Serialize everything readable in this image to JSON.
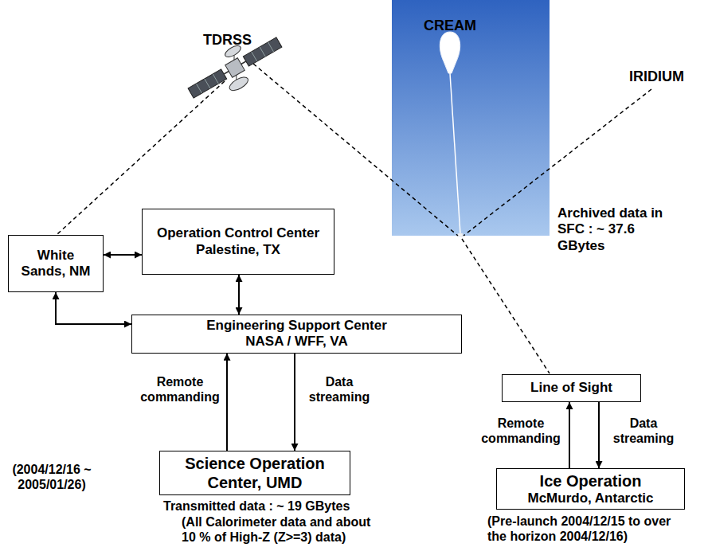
{
  "diagram": {
    "nodes": [
      {
        "text": [
          "White Sands, NM"
        ]
      },
      {
        "text": [
          "Operation Control Center",
          "Palestine, TX"
        ]
      },
      {
        "text": [
          "Engineering Support Center",
          "NASA / WFF, VA"
        ]
      },
      {
        "text": [
          "Line of Sight"
        ]
      },
      {
        "text": [
          "Science Operation Center, UMD"
        ]
      },
      {
        "text": [
          "Ice Operation",
          "McMurdo, Antarctic"
        ]
      }
    ],
    "edges": [
      {
        "from": 0,
        "to": 1,
        "arrow": "both"
      },
      {
        "from": 1,
        "to": 2,
        "arrow": "both"
      },
      {
        "from": 0,
        "to": 2,
        "arrow": "both"
      },
      {
        "from": 4,
        "to": 2,
        "arrow": "to",
        "label": "Remote commanding"
      },
      {
        "from": 2,
        "to": 4,
        "arrow": "to",
        "label": "Data streaming"
      },
      {
        "from": 5,
        "to": 3,
        "arrow": "to",
        "label": "Remote commanding"
      },
      {
        "from": 3,
        "to": 5,
        "arrow": "to",
        "label": "Data streaming"
      }
    ],
    "labels": [
      "TDRSS",
      "CREAM",
      "IRIDIUM",
      "Archived data in SFC : ~ 37.6 GBytes",
      "(2004/12/16 ~ 2005/01/26)",
      "Transmitted data : ~ 19 GBytes",
      "(All Calorimeter data and about 10 % of High-Z (Z>=3) data)",
      "(Pre-launch 2004/12/15 to over the horizon 2004/12/16)"
    ]
  }
}
